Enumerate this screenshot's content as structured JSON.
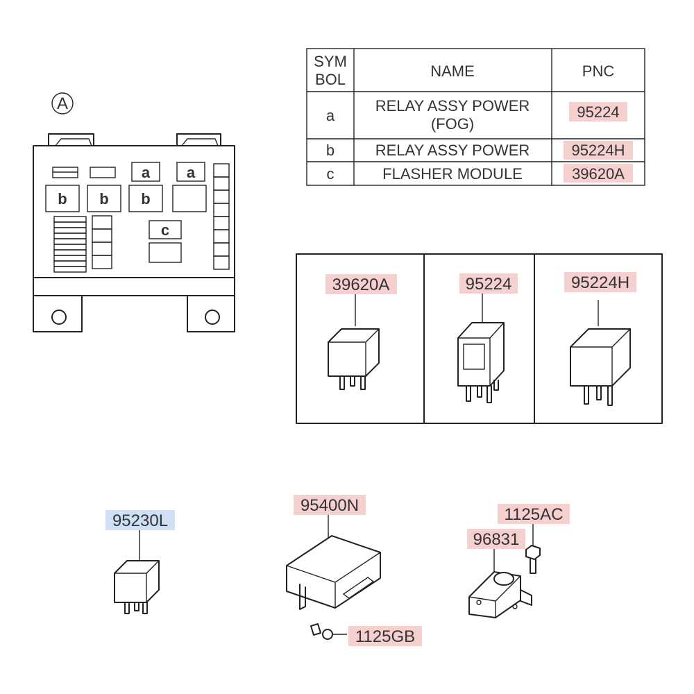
{
  "reference_symbol": "A",
  "table": {
    "headers": {
      "symbol_line1": "SYM",
      "symbol_line2": "BOL",
      "name": "NAME",
      "pnc": "PNC"
    },
    "rows": [
      {
        "symbol": "a",
        "name_line1": "RELAY ASSY POWER",
        "name_line2": "(FOG)",
        "pnc": "95224"
      },
      {
        "symbol": "b",
        "name_line1": "RELAY ASSY POWER",
        "name_line2": "",
        "pnc": "95224H"
      },
      {
        "symbol": "c",
        "name_line1": "FLASHER MODULE",
        "name_line2": "",
        "pnc": "39620A"
      }
    ]
  },
  "fuse_box": {
    "slot_labels": [
      "a",
      "a",
      "b",
      "b",
      "b",
      "c"
    ]
  },
  "relay_panel": {
    "parts": [
      {
        "pnc": "39620A"
      },
      {
        "pnc": "95224"
      },
      {
        "pnc": "95224H"
      }
    ]
  },
  "parts": {
    "relay_95230L": "95230L",
    "module_95400N": "95400N",
    "bolt_1125GB": "1125GB",
    "bolt_1125AC": "1125AC",
    "bracket_96831": "96831"
  },
  "colors": {
    "pnc_highlight_red": "#f6cfcf",
    "pnc_highlight_blue": "#cfe0f6",
    "line": "#222222"
  }
}
